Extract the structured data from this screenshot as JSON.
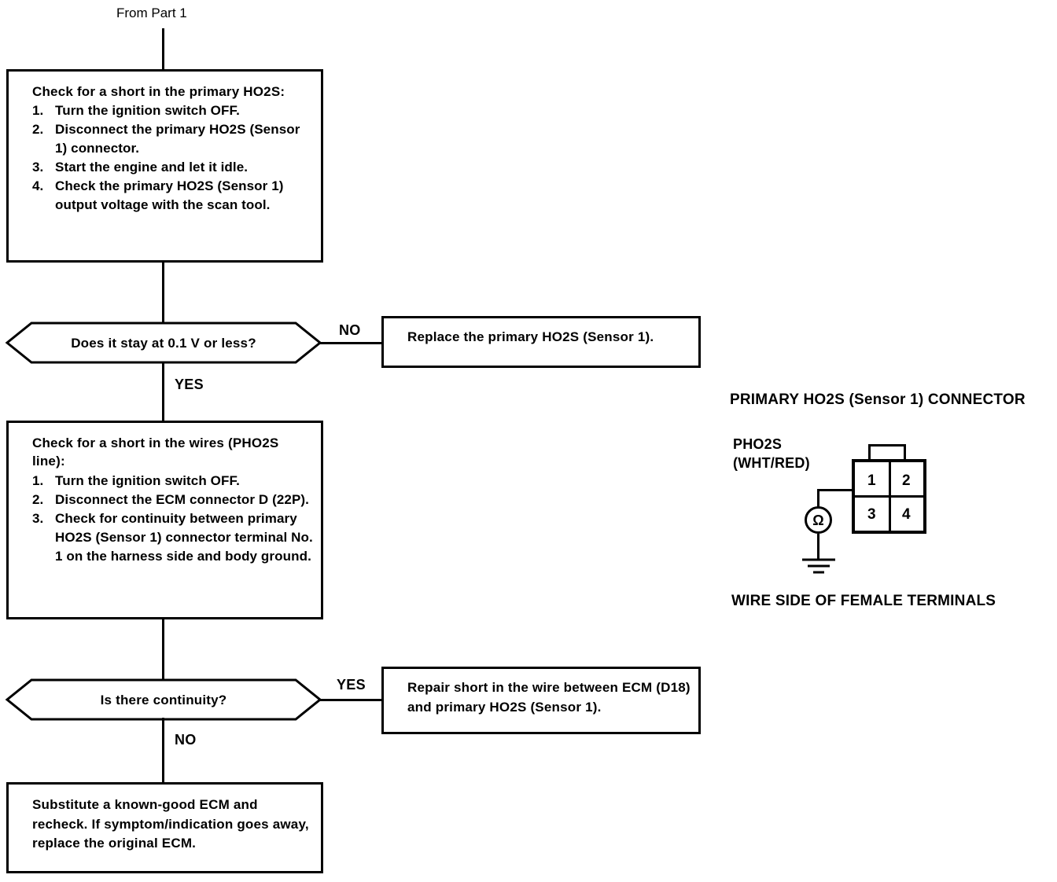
{
  "diagram": {
    "entry_label": "From Part 1",
    "boxes": {
      "check_short_ho2s": {
        "heading": "Check for a short in the primary HO2S:",
        "steps": [
          {
            "num": "1.",
            "text": "Turn the ignition switch OFF."
          },
          {
            "num": "2.",
            "text": "Disconnect the primary HO2S (Sensor 1) connector."
          },
          {
            "num": "3.",
            "text": "Start the engine and let it idle."
          },
          {
            "num": "4.",
            "text": "Check the primary HO2S (Sensor 1) output voltage with the scan tool."
          }
        ]
      },
      "check_short_wires": {
        "heading": "Check for a short in the wires (PHO2S line):",
        "steps": [
          {
            "num": "1.",
            "text": "Turn the ignition switch OFF."
          },
          {
            "num": "2.",
            "text": "Disconnect the ECM connector D (22P)."
          },
          {
            "num": "3.",
            "text": "Check for continuity between primary HO2S (Sensor 1) connector terminal No. 1 on the harness side and body ground."
          }
        ]
      },
      "replace_ho2s": {
        "text": "Replace the primary HO2S (Sensor 1)."
      },
      "repair_short": {
        "text": "Repair short in the wire between ECM (D18) and primary HO2S (Sensor 1)."
      },
      "substitute_ecm": {
        "text": "Substitute a known-good ECM and recheck. If symptom/indication goes away, replace the original ECM."
      }
    },
    "decisions": {
      "voltage_check": {
        "question": "Does it stay at 0.1 V or less?",
        "branch_right": "NO",
        "branch_down": "YES"
      },
      "continuity_check": {
        "question": "Is there continuity?",
        "branch_right": "YES",
        "branch_down": "NO"
      }
    }
  },
  "connector": {
    "title": "PRIMARY HO2S (Sensor 1) CONNECTOR",
    "caption": "WIRE SIDE OF FEMALE TERMINALS",
    "wire_name": "PHO2S",
    "wire_color": "(WHT/RED)",
    "meter_symbol": "Ω",
    "terminals": [
      {
        "number": "1"
      },
      {
        "number": "2"
      },
      {
        "number": "3"
      },
      {
        "number": "4"
      }
    ]
  },
  "colors": {
    "line": "#000000",
    "background": "#ffffff"
  }
}
